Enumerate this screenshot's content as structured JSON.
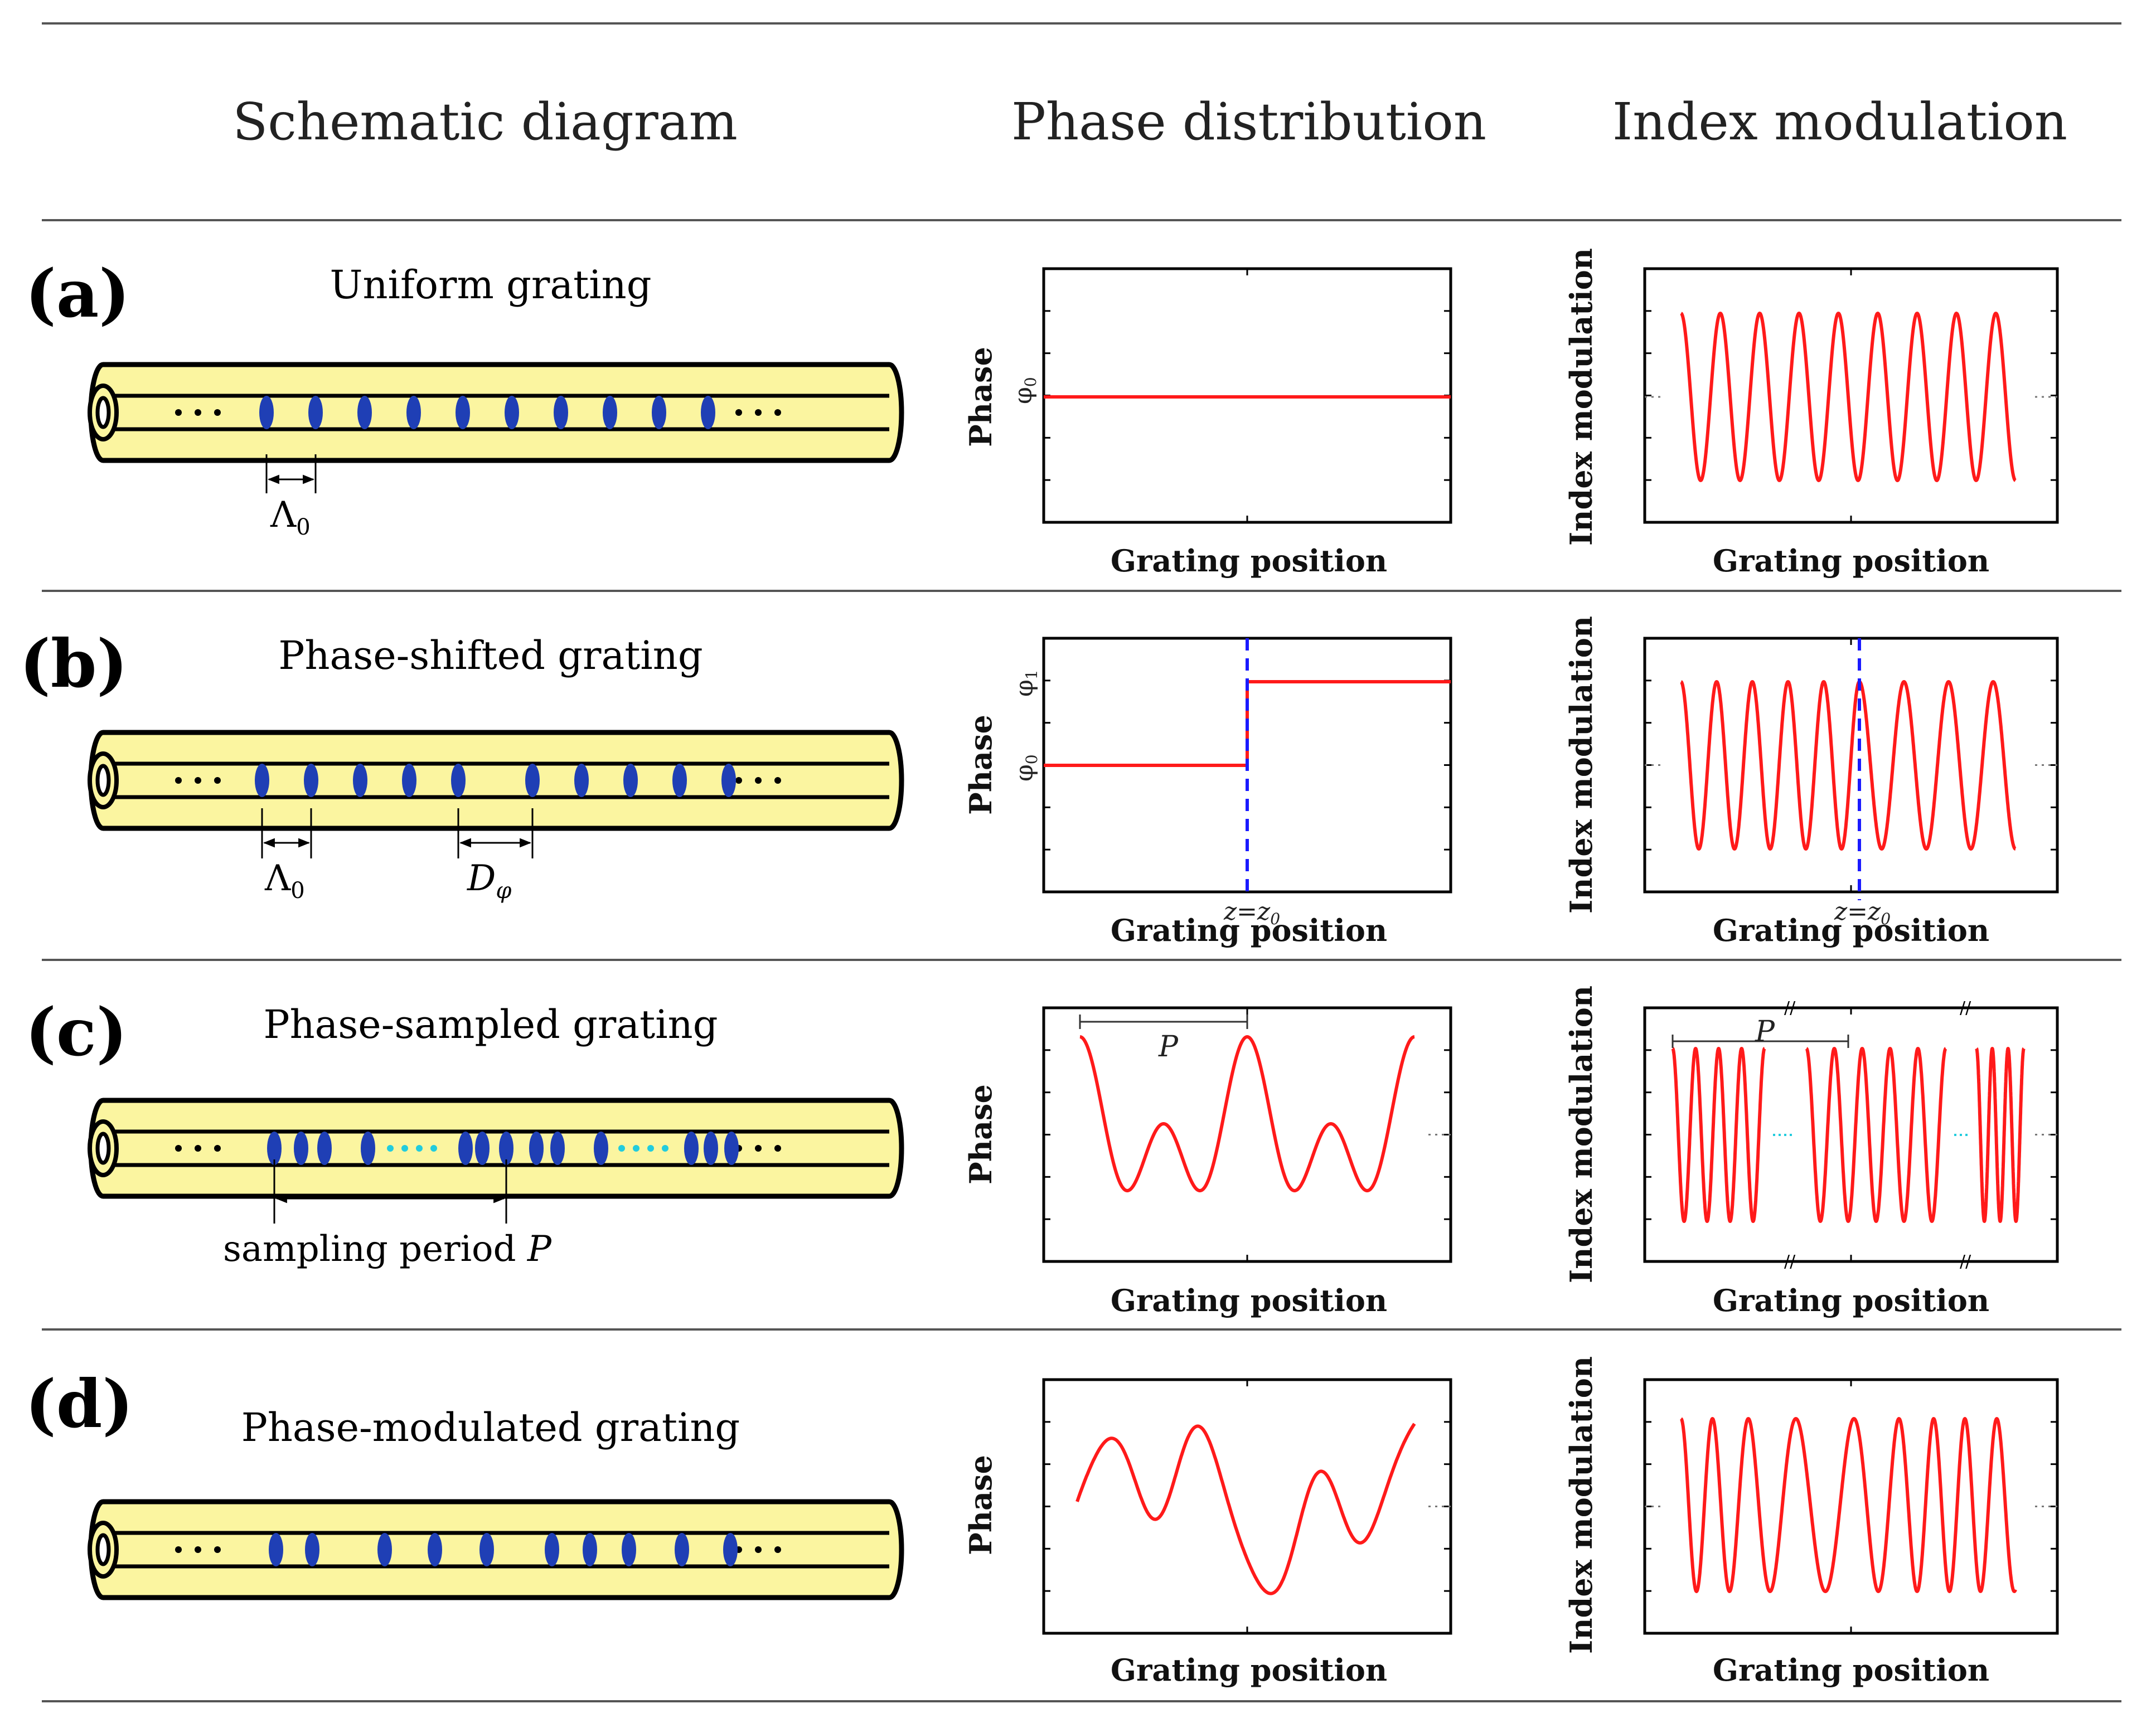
{
  "header": {
    "col1": "Schematic diagram",
    "col2": "Phase distribution",
    "col3": "Index modulation"
  },
  "rows": [
    {
      "letter": "(a)",
      "title": "Uniform grating",
      "period_label_main": "Λ",
      "period_label_sub": "0",
      "phase_ylabel": "Phase",
      "phase_xlabel": "Grating position",
      "phase_tick_main": "φ",
      "phase_tick_sub": "0",
      "index_ylabel": "Index modulation",
      "index_xlabel": "Grating position"
    },
    {
      "letter": "(b)",
      "title": "Phase-shifted grating",
      "period_label_main": "Λ",
      "period_label_sub": "0",
      "shift_label_main": "D",
      "shift_label_sub": "φ",
      "phase_ylabel": "Phase",
      "phase_xlabel": "Grating position",
      "phase_tick1_main": "φ",
      "phase_tick1_sub": "1",
      "phase_tick0_main": "φ",
      "phase_tick0_sub": "0",
      "z_marker_main": "z=z",
      "z_marker_sub": "0",
      "index_ylabel": "Index modulation",
      "index_xlabel": "Grating position",
      "index_z_marker_main": "z=z",
      "index_z_marker_sub": "0"
    },
    {
      "letter": "(c)",
      "title": "Phase-sampled grating",
      "sampling_label_main": "sampling period ",
      "sampling_label_var": "P",
      "phase_ylabel": "Phase",
      "phase_xlabel": "Grating position",
      "phase_p_label": "P",
      "index_ylabel": "Index modulation",
      "index_xlabel": "Grating position",
      "index_p_label": "P"
    },
    {
      "letter": "(d)",
      "title": "Phase-modulated grating",
      "phase_ylabel": "Phase",
      "phase_xlabel": "Grating position",
      "index_ylabel": "Index modulation",
      "index_xlabel": "Grating position"
    }
  ],
  "colors": {
    "fiber_fill": "#fbf5a0",
    "grating_mark": "#1f3fb5",
    "curve": "#ff1a1a",
    "dashed_marker": "#1a1aff",
    "cyan_dots": "#22ccdd",
    "rule": "#555555"
  }
}
